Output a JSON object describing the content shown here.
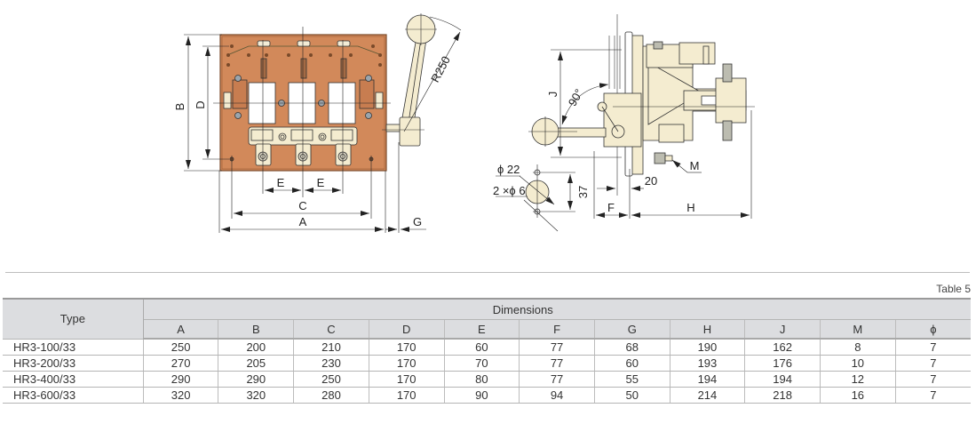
{
  "drawing_front": {
    "labels": {
      "A": "A",
      "B": "B",
      "C": "C",
      "D": "D",
      "E1": "E",
      "E2": "E",
      "G": "G",
      "R": "R250"
    }
  },
  "drawing_side": {
    "labels": {
      "J": "J",
      "angle": "90°",
      "M": "M",
      "d20": "20",
      "F": "F",
      "H": "H",
      "phi22": "ϕ 22",
      "hole": "2 ×ϕ 6",
      "d37": "37"
    }
  },
  "colors": {
    "panel": "#d2895a",
    "panel_dark": "#b86f42",
    "cream": "#f4ecd0",
    "line": "#333333",
    "header_bg": "#dcdde0"
  },
  "table": {
    "caption": "Table 5",
    "type_header": "Type",
    "group_header": "Dimensions",
    "columns": [
      "A",
      "B",
      "C",
      "D",
      "E",
      "F",
      "G",
      "H",
      "J",
      "M",
      "ϕ"
    ],
    "rows": [
      {
        "type": "HR3-100/33",
        "values": [
          "250",
          "200",
          "210",
          "170",
          "60",
          "77",
          "68",
          "190",
          "162",
          "8",
          "7"
        ]
      },
      {
        "type": "HR3-200/33",
        "values": [
          "270",
          "205",
          "230",
          "170",
          "70",
          "77",
          "60",
          "193",
          "176",
          "10",
          "7"
        ]
      },
      {
        "type": "HR3-400/33",
        "values": [
          "290",
          "290",
          "250",
          "170",
          "80",
          "77",
          "55",
          "194",
          "194",
          "12",
          "7"
        ]
      },
      {
        "type": "HR3-600/33",
        "values": [
          "320",
          "320",
          "280",
          "170",
          "90",
          "94",
          "50",
          "214",
          "218",
          "16",
          "7"
        ]
      }
    ]
  }
}
